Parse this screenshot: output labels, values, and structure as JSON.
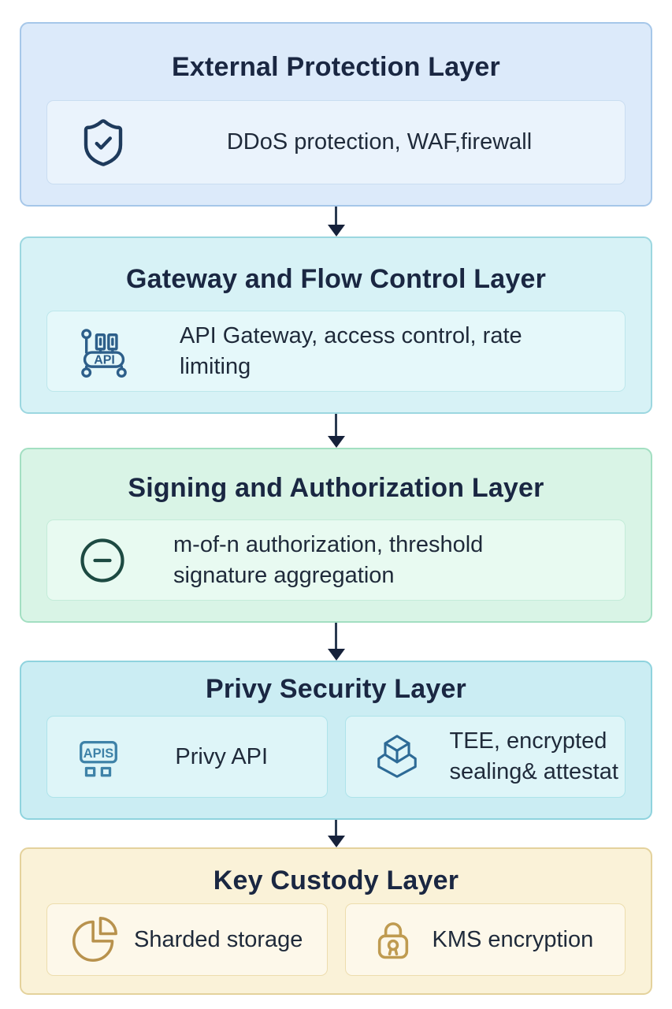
{
  "diagram": {
    "arrow_color": "#16213a",
    "title_color": "#1a2742",
    "body_text_color": "#1f2a3a"
  },
  "layers": [
    {
      "id": "external-protection",
      "title": "External Protection Layer",
      "bg": "#dceafa",
      "border": "#a6c7e9",
      "card_bg": "#eaf3fc",
      "card_border": "#c9ddf1",
      "items": [
        {
          "icon": "shield-check-icon",
          "icon_color": "#1e3a5c",
          "text": "DDoS protection, WAF,firewall"
        }
      ]
    },
    {
      "id": "gateway-flow-control",
      "title": "Gateway and Flow Control Layer",
      "bg": "#d7f2f6",
      "border": "#9cd7e0",
      "card_bg": "#e5f8fa",
      "card_border": "#bde7ec",
      "items": [
        {
          "icon": "api-gateway-icon",
          "icon_color": "#2d5f8a",
          "icon_label": "API",
          "text": "API Gateway, access control, rate limiting"
        }
      ]
    },
    {
      "id": "signing-authorization",
      "title": "Signing and Authorization Layer",
      "bg": "#d9f4e6",
      "border": "#a3dfc2",
      "card_bg": "#e8faf1",
      "card_border": "#c4ecd9",
      "items": [
        {
          "icon": "circle-minus-icon",
          "icon_color": "#1d4a42",
          "text": "m-of-n authorization, threshold signature aggregation"
        }
      ]
    },
    {
      "id": "privy-security",
      "title": "Privy Security Layer",
      "bg": "#cbedf3",
      "border": "#8fd3de",
      "card_bg": "#def5f8",
      "card_border": "#aee3ea",
      "items": [
        {
          "icon": "apis-chip-icon",
          "icon_color": "#3e82a8",
          "icon_label": "APIS",
          "text": "Privy API"
        },
        {
          "icon": "tee-cube-icon",
          "icon_color": "#2d6a96",
          "text": "TEE, encrypted sealing& attestat"
        }
      ]
    },
    {
      "id": "key-custody",
      "title": "Key Custody Layer",
      "bg": "#faf2d8",
      "border": "#e4d29c",
      "card_bg": "#fdf8ea",
      "card_border": "#edddae",
      "items": [
        {
          "icon": "pie-chart-icon",
          "icon_color": "#b8924d",
          "text": "Sharded storage"
        },
        {
          "icon": "kms-lock-icon",
          "icon_color": "#bf9b50",
          "text": "KMS encryption"
        }
      ]
    }
  ]
}
